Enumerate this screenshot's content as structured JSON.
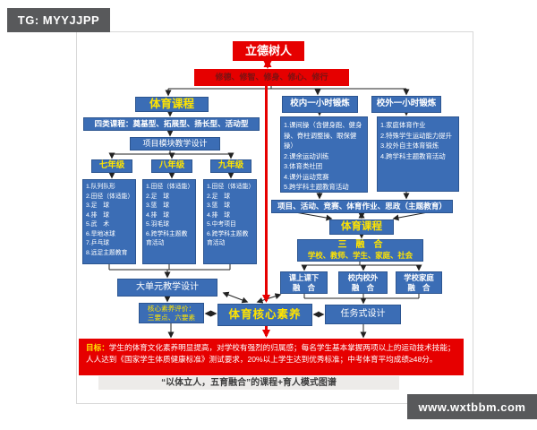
{
  "watermarks": {
    "tg": "TG: MYYJJPP",
    "web": "www.wxtbbm.com"
  },
  "colors": {
    "red": "#e60000",
    "blue": "#3b6db5",
    "yellow": "#ffe400",
    "virtues_text": "#7a1212",
    "watermark_bg": "#58595b"
  },
  "root": {
    "label": "立德树人"
  },
  "virtues": {
    "label": "修德、修智、修身、修心、修行"
  },
  "left": {
    "pe_course": "体育课程",
    "course_types": "四类课程：奠基型、拓展型、扬长型、活动型",
    "module_design": "项目模块教学设计",
    "grades": [
      {
        "label": "七年级",
        "items": [
          "1.队列队形",
          "2.田径（体适能）",
          "3.足　球",
          "4.排　球",
          "5.武　术",
          "6.旱地冰球",
          "7.乒乓球",
          "8.远足主题教育"
        ]
      },
      {
        "label": "八年级",
        "items": [
          "1.田径（体适能）",
          "2.足　球",
          "3.篮　球",
          "4.排　球",
          "5.羽毛球",
          "6.跨学科主题教育活动"
        ]
      },
      {
        "label": "九年级",
        "items": [
          "1.田径（体适能）",
          "2.足　球",
          "3.篮　球",
          "4.排　球",
          "5.中考项目",
          "6.跨学科主题教育活动"
        ]
      }
    ],
    "unit_design": "大单元教学设计",
    "evaluation": {
      "line1": "核心素养评价：",
      "line2": "三要点、六要素"
    },
    "core_literacy": "体育核心素养"
  },
  "right": {
    "in_school": {
      "title": "校内一小时锻炼",
      "items": [
        "1.课间操（含健身跑、健身操、脊柱调整操、眼保健操）",
        "2.课余运动训练",
        "3.体育类社团",
        "4.课外运动竞赛",
        "5.跨学科主题教育活动"
      ]
    },
    "out_school": {
      "title": "校外一小时锻炼",
      "items": [
        "1.家庭体育作业",
        "2.特殊学生运动能力提升",
        "3.校外自主体育锻炼",
        "4.跨学科主题教育活动"
      ]
    },
    "carriers": "项目、活动、竞赛、体育作业、思政（主题教育）",
    "pe_course": "体育课程",
    "integration": {
      "line1": "三　融　合",
      "line2": "学校、教师、学生、家庭、社会"
    },
    "fusions": [
      {
        "line1": "课上课下",
        "line2": "融　合"
      },
      {
        "line1": "校内校外",
        "line2": "融　合"
      },
      {
        "line1": "学校家庭",
        "line2": "融　合"
      }
    ],
    "task_design": "任务式设计"
  },
  "goal": {
    "label": "目标：",
    "text": "学生的体育文化素养明显提高，对学校有强烈的归属感；每名学生基本掌握两项以上的运动技术技能；人人达到《国家学生体质健康标准》测试要求，20%以上学生达到优秀标准；中考体育平均成绩≥48分。"
  },
  "caption": "“以体立人，五育融合”的课程+育人模式图谱"
}
